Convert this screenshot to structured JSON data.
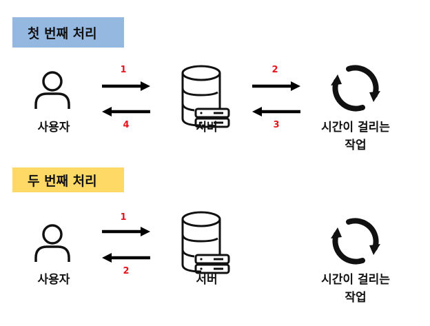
{
  "sections": [
    {
      "title": "첫 번째 처리",
      "color": "#95b8e0",
      "user": "사용자",
      "server": "서버",
      "task_line1": "시간이 걸리는",
      "task_line2": "작업",
      "steps": [
        "1",
        "2",
        "3",
        "4"
      ]
    },
    {
      "title": "두 번째 처리",
      "color": "#ffd966",
      "user": "사용자",
      "server": "서버",
      "task_line1": "시간이 걸리는",
      "task_line2": "작업",
      "steps": [
        "1",
        "2"
      ]
    }
  ],
  "colors": {
    "step_number": "#e8141c"
  }
}
